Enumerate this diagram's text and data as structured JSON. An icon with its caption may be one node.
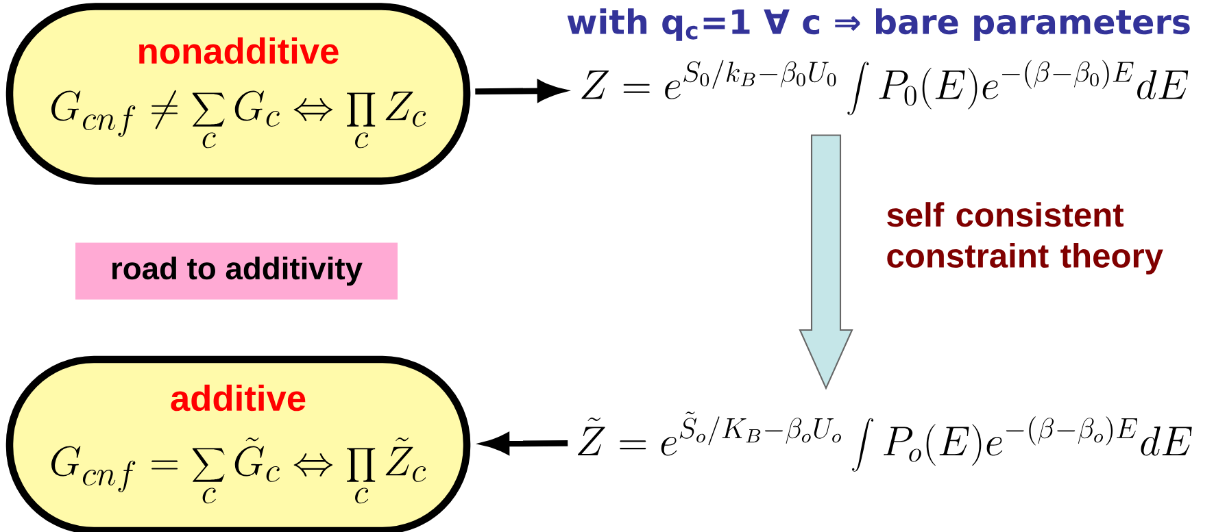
{
  "diagram": {
    "nodes": [
      {
        "text": [
          "nonadditive",
          "G_{cnf} \\neq \\sum_c G_c \\Leftrightarrow \\prod_c Z_c"
        ]
      },
      {
        "text": [
          "Z = e^{S_0/k_B-\\beta_0 U_0}\\int P_0(E)e^{-(\\beta-\\beta_0)E}dE"
        ]
      },
      {
        "text": [
          "\\tilde{Z} = e^{\\tilde{S}_o/K_B-\\beta_o U_o}\\int P_o(E)e^{-(\\beta-\\beta_o)E}dE"
        ]
      },
      {
        "text": [
          "additive",
          "G_{cnf} = \\sum_c \\tilde{G}_c \\Leftrightarrow \\prod_c \\tilde{Z}_c"
        ]
      },
      {
        "text": [
          "road to additivity"
        ]
      }
    ],
    "edges": [
      {
        "from": 0,
        "to": 1,
        "arrow": "to"
      },
      {
        "from": 1,
        "to": 2,
        "arrow": "to",
        "label": "self consistent constraint theory",
        "style": "thick",
        "color": "#c5e6e8"
      },
      {
        "from": 2,
        "to": 3,
        "arrow": "to"
      }
    ],
    "labels": [
      "with q$_{c}$=1 ∀ c ⇒ bare parameters"
    ]
  }
}
